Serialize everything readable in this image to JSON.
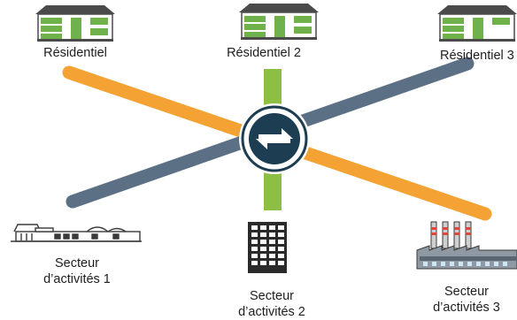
{
  "labels": {
    "residential_1": "Résidentiel",
    "residential_2": "Résidentiel 2",
    "residential_3": "Résidentiel 3",
    "sector_1_line1": "Secteur",
    "sector_1_line2": "d’activités 1",
    "sector_2_line1": "Secteur",
    "sector_2_line2": "d’activités 2",
    "sector_3_line1": "Secteur",
    "sector_3_line2": "d’activités 3"
  },
  "colors": {
    "orange_route": "#F4A233",
    "gray_blue_route": "#5B7085",
    "green_route": "#8DBF45",
    "hub_dark": "#1D3D52",
    "house_green": "#6FB14B",
    "building_dark": "#2a2a2a"
  },
  "icons": {
    "hub": "exchange-arrows-icon",
    "residential": "house-icon",
    "sector_1": "low-factory-icon",
    "sector_2": "office-tower-icon",
    "sector_3": "industrial-plant-icon"
  }
}
